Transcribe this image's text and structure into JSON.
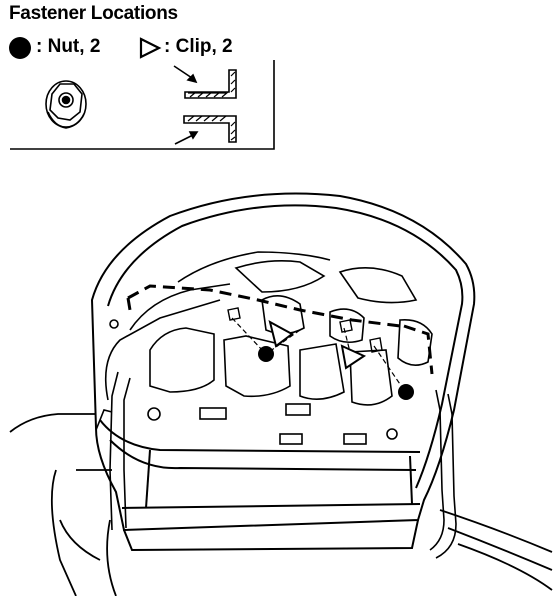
{
  "title": "Fastener Locations",
  "legend": {
    "nut": {
      "icon": "filled-circle-icon",
      "label": ": Nut, 2"
    },
    "clip": {
      "icon": "triangle-outline-icon",
      "label": ": Clip, 2"
    }
  },
  "colors": {
    "ink": "#000000",
    "paper": "#ffffff"
  }
}
